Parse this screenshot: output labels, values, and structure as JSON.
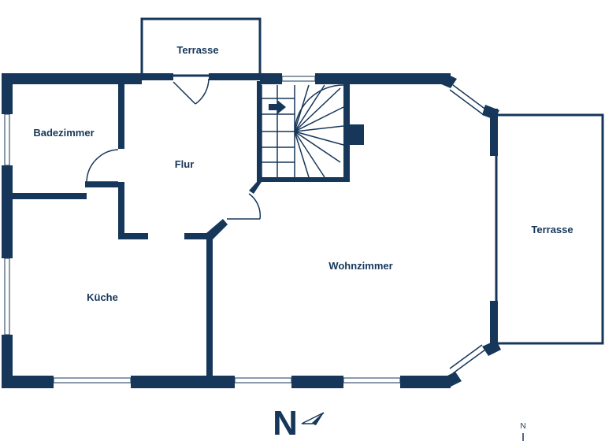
{
  "rooms": {
    "terrace_top": "Terrasse",
    "bathroom": "Badezimmer",
    "hallway": "Flur",
    "kitchen": "Küche",
    "living_room": "Wohnzimmer",
    "terrace_right": "Terrasse"
  },
  "compass": {
    "north_letter": "N",
    "small_north_letter": "N"
  },
  "colors": {
    "wall": "#16375a",
    "background": "#ffffff"
  }
}
